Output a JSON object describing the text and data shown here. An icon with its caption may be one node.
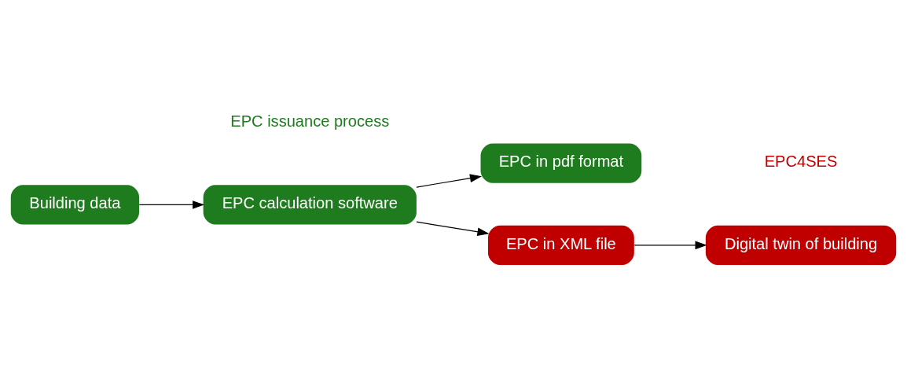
{
  "diagram": {
    "nodes": [
      {
        "text": [
          "Building data"
        ]
      },
      {
        "text": [
          "EPC calculation software"
        ]
      },
      {
        "text": [
          "EPC in pdf format"
        ]
      },
      {
        "text": [
          "EPC in XML file"
        ]
      },
      {
        "text": [
          "Digital twin of building"
        ]
      }
    ],
    "edges": [
      {
        "from": 0,
        "to": 1,
        "arrow": "to"
      },
      {
        "from": 1,
        "to": 2,
        "arrow": "to"
      },
      {
        "from": 1,
        "to": 3,
        "arrow": "to"
      },
      {
        "from": 3,
        "to": 4,
        "arrow": "to"
      }
    ],
    "labels": [
      "EPC issuance process",
      "EPC4SES"
    ]
  }
}
